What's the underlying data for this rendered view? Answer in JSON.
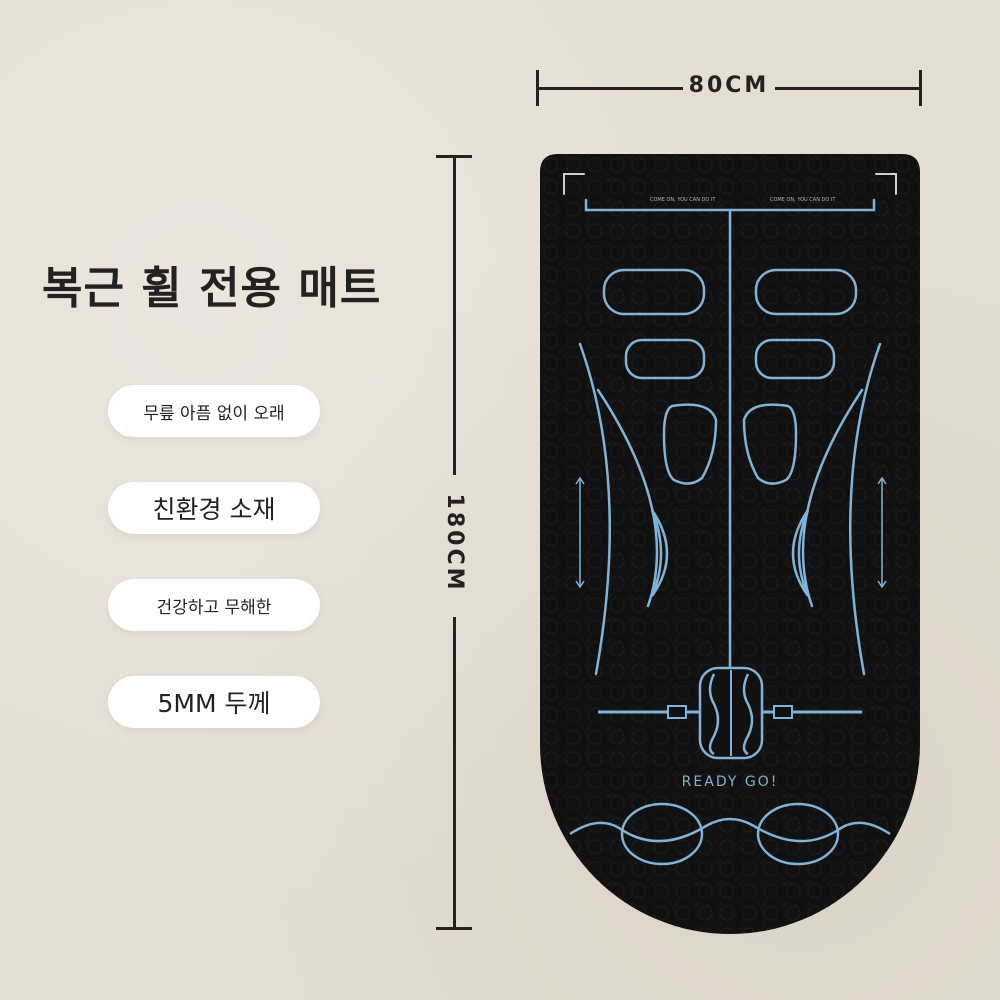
{
  "title": "복근 휠 전용 매트",
  "features": [
    "무릎 아픔 없이 오래",
    "친환경 소재",
    "건강하고 무해한",
    "5MM 두께"
  ],
  "dimensions": {
    "width": "80CM",
    "length": "180CM"
  },
  "mat": {
    "top_text_left": "COME ON, YOU CAN DO IT",
    "top_text_right": "COME ON, YOU CAN DO IT",
    "ready_text": "READY GO!"
  },
  "colors": {
    "background": "#e5ddd2",
    "mat": "#111111",
    "accent": "#7fb3d8"
  }
}
